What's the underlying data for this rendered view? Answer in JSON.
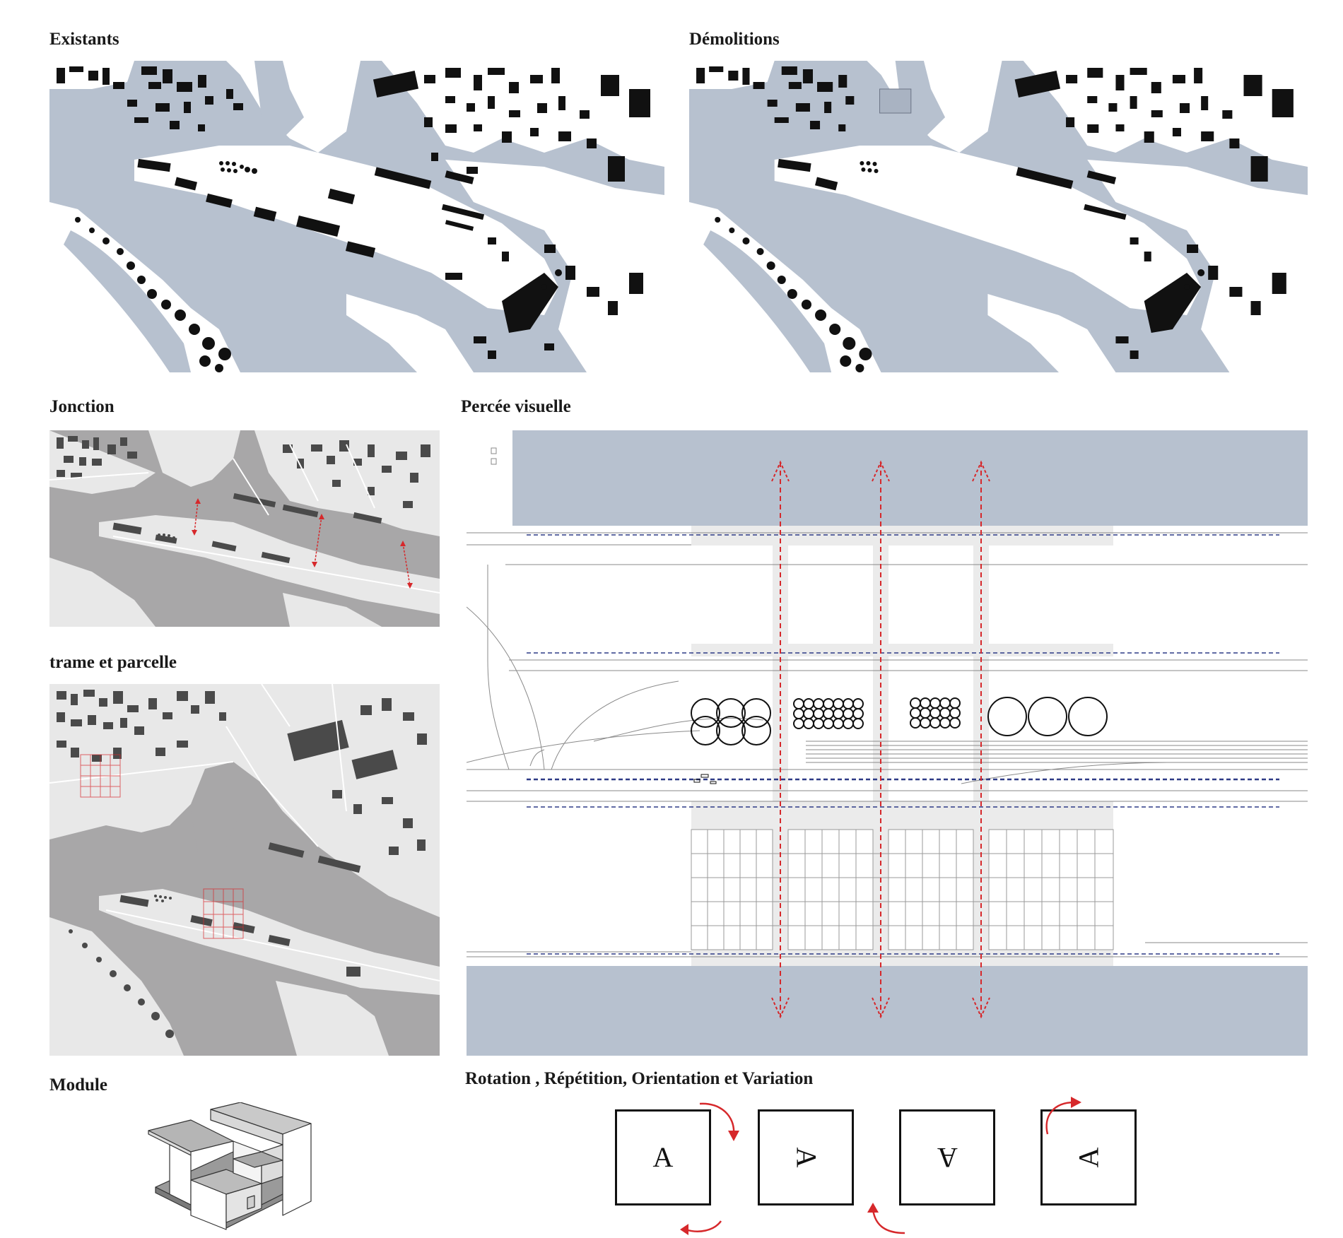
{
  "titles": {
    "existants": "Existants",
    "demolitions": "Démolitions",
    "jonction": "Jonction",
    "percee": "Percée visuelle",
    "trame": "trame et parcelle",
    "module": "Module",
    "rotation": "Rotation , Répétition, Orientation et Variation"
  },
  "rotation_boxes": [
    {
      "letter": "A",
      "rotation_deg": 0
    },
    {
      "letter": "A",
      "rotation_deg": 90
    },
    {
      "letter": "A",
      "rotation_deg": 180
    },
    {
      "letter": "A",
      "rotation_deg": 270
    }
  ],
  "colors": {
    "water": "#b7c1cf",
    "buildings": "#111111",
    "demolished": "#a9b3c2",
    "grey_water": "#a8a7a8",
    "grey_land": "#e8e8e8",
    "grey_buildings": "#4a4a4a",
    "red_arrow": "#d6282b",
    "blue_dash": "#2d3a86",
    "grid_line": "#9a9a9a"
  }
}
